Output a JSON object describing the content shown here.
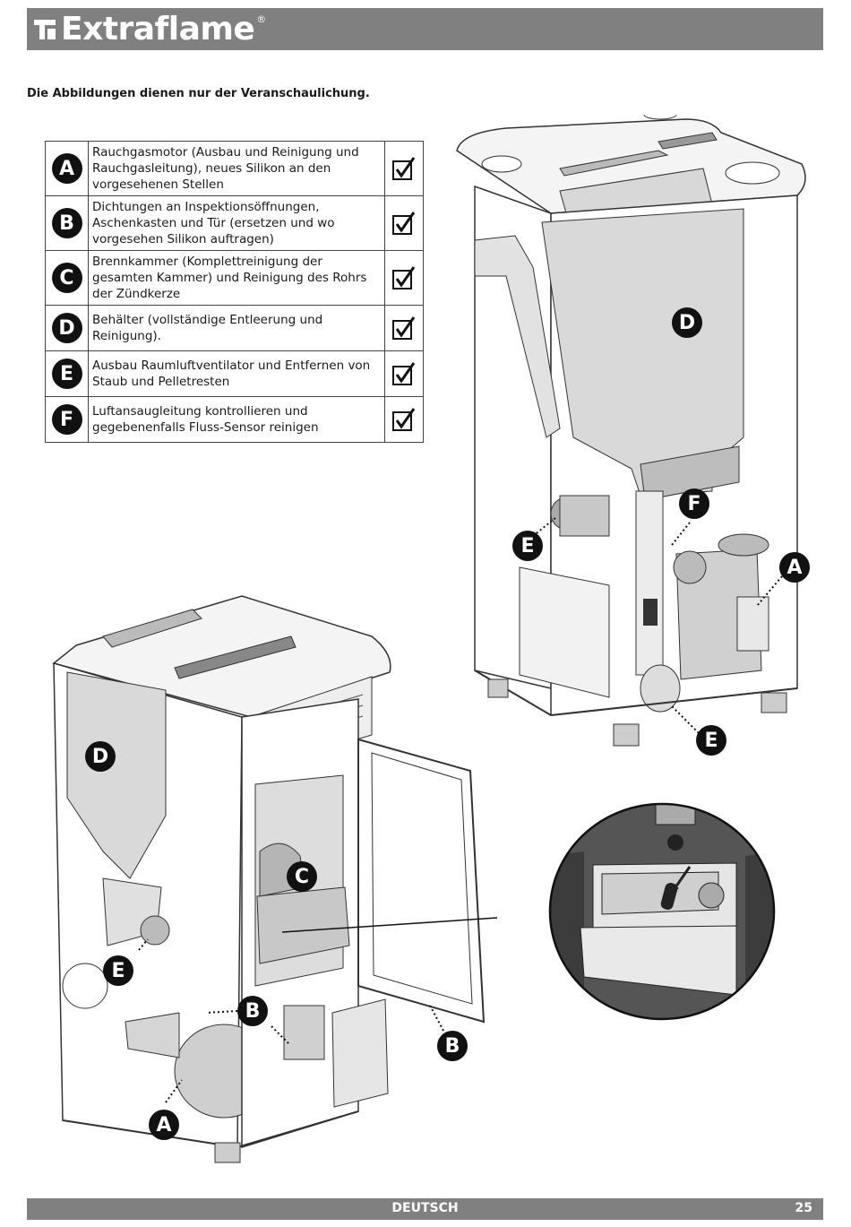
{
  "header": {
    "brand": "Extraflame",
    "registered": "®"
  },
  "intro": "Die Abbildungen dienen nur der Veranschaulichung.",
  "checklist": [
    {
      "letter": "A",
      "text": "Rauchgasmotor (Ausbau und Reinigung und Rauchgasleitung), neues Silikon an den vorgesehenen Stellen",
      "checked": true
    },
    {
      "letter": "B",
      "text": "Dichtungen an Inspektionsöffnungen, Aschenkasten und Tür (ersetzen und wo vorgesehen Silikon auftragen)",
      "checked": true
    },
    {
      "letter": "C",
      "text": "Brennkammer (Komplettreinigung der gesamten Kammer) und Reinigung des Rohrs der Zündkerze",
      "checked": true
    },
    {
      "letter": "D",
      "text": "Behälter (vollständige Entleerung und Reinigung).",
      "checked": true
    },
    {
      "letter": "E",
      "text": "Ausbau Raumluftventilator und Entfernen von Staub und Pelletresten",
      "checked": true
    },
    {
      "letter": "F",
      "text": "Luftansaugleitung kontrollieren und gegebenenfalls Fluss-Sensor reinigen",
      "checked": true
    }
  ],
  "figure_top_callouts": {
    "d": "D",
    "f": "F",
    "e1": "E",
    "a": "A",
    "e2": "E"
  },
  "figure_bottom_callouts": {
    "d": "D",
    "c": "C",
    "e": "E",
    "b1": "B",
    "b2": "B",
    "a": "A"
  },
  "footer": {
    "language": "DEUTSCH",
    "page_number": "25"
  }
}
